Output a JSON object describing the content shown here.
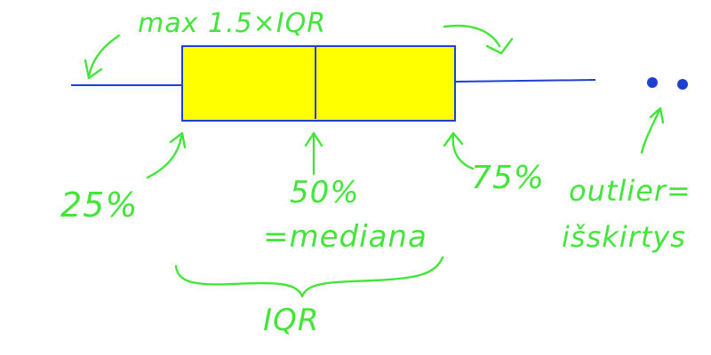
{
  "labels": {
    "max_whisker": "max 1.5×IQR",
    "q1": "25%",
    "median_pct": "50%",
    "median_word": "=mediana",
    "q3": "75%",
    "iqr": "IQR",
    "outlier_line1": "outlier=",
    "outlier_line2": "išskirtys"
  },
  "colors": {
    "box_fill": "#ffff00",
    "box_stroke": "#1f3fd0",
    "whisker": "#1f3fd0",
    "outlier": "#1f3fd0",
    "annotation": "#44e53a",
    "background": "#ffffff"
  }
}
